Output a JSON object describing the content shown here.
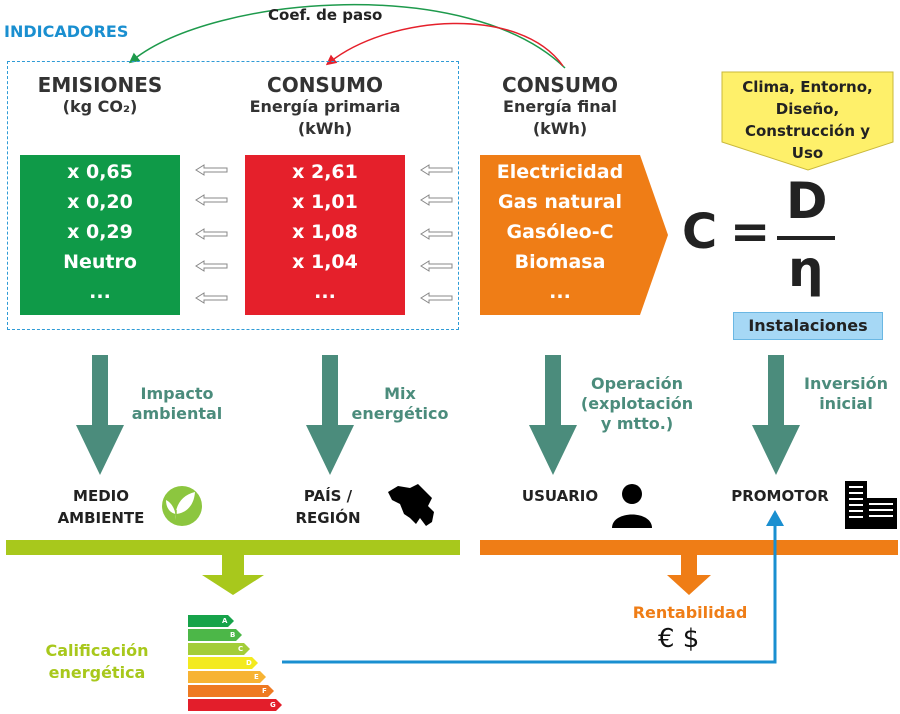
{
  "indicadores_label": "INDICADORES",
  "coef_label": "Coef. de paso",
  "emisiones": {
    "title": "EMISIONES",
    "unit": "(kg CO₂)",
    "values": [
      "x 0,65",
      "x 0,20",
      "x 0,29",
      "Neutro",
      "..."
    ]
  },
  "consumo_primaria": {
    "title": "CONSUMO",
    "subtitle": "Energía primaria",
    "unit": "(kWh)",
    "values": [
      "x 2,61",
      "x 1,01",
      "x 1,08",
      "x 1,04",
      "..."
    ]
  },
  "consumo_final": {
    "title": "CONSUMO",
    "subtitle": "Energía final",
    "unit": "(kWh)",
    "values": [
      "Electricidad",
      "Gas natural",
      "Gasóleo-C",
      "Biomasa",
      "..."
    ]
  },
  "demand_note": {
    "line1": "Clima, Entorno,",
    "line2": "Diseño,",
    "line3": "Construcción y",
    "line4": "Uso"
  },
  "formula": {
    "c": "C",
    "eq": "=",
    "num": "D",
    "den": "η"
  },
  "instalaciones": "Instalaciones",
  "flows": {
    "impacto": {
      "line1": "Impacto",
      "line2": "ambiental"
    },
    "mix": {
      "line1": "Mix",
      "line2": "energético"
    },
    "operacion": {
      "line1": "Operación",
      "line2": "(explotación",
      "line3": "y mtto.)"
    },
    "inversion": {
      "line1": "Inversión",
      "line2": "inicial"
    }
  },
  "targets": {
    "medio": {
      "line1": "MEDIO",
      "line2": "AMBIENTE"
    },
    "pais": {
      "line1": "PAÍS /",
      "line2": "REGIÓN"
    },
    "usuario": "USUARIO",
    "promotor": "PROMOTOR"
  },
  "calificacion": {
    "line1": "Calificación",
    "line2": "energética"
  },
  "rating_letters": [
    "A",
    "B",
    "C",
    "D",
    "E",
    "F",
    "G"
  ],
  "rentabilidad": "Rentabilidad",
  "currency": "€ $",
  "colors": {
    "green": "#0f9a48",
    "red": "#e5202b",
    "orange": "#ef7d16",
    "teal": "#4b8c7c",
    "lime": "#a8c81c",
    "blue": "#1a8fd0",
    "yellow": "#fef06a"
  },
  "icons": [
    "leaf-icon",
    "country-map-icon",
    "user-icon",
    "building-icon",
    "euro-dollar-icon"
  ]
}
